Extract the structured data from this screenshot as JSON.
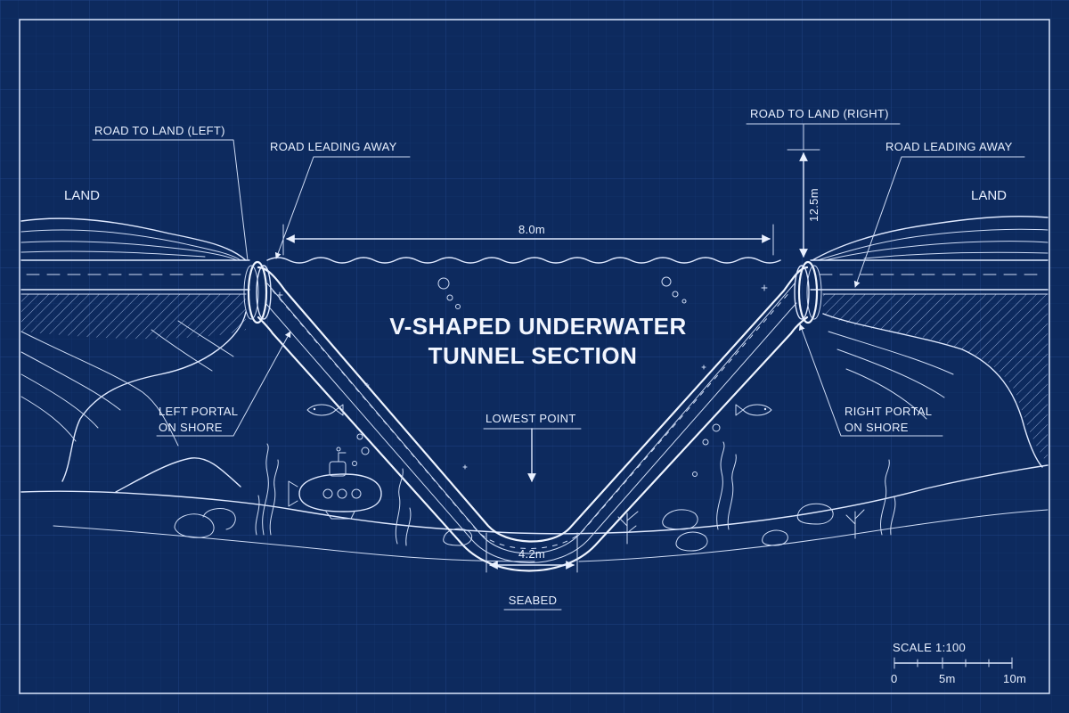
{
  "title": {
    "line1": "V-SHAPED UNDERWATER",
    "line2": "TUNNEL SECTION"
  },
  "labels": {
    "land_left": "LAND",
    "land_right": "LAND",
    "road_to_land_left": "ROAD TO LAND (LEFT)",
    "road_to_land_right": "ROAD TO LAND (RIGHT)",
    "road_leading_away_left": "ROAD LEADING AWAY",
    "road_leading_away_right": "ROAD LEADING AWAY",
    "left_portal_line1": "LEFT PORTAL",
    "left_portal_line2": "ON SHORE",
    "right_portal_line1": "RIGHT PORTAL",
    "right_portal_line2": "ON SHORE",
    "lowest_point": "LOWEST POINT",
    "seabed": "SEABED"
  },
  "dimensions": {
    "span": "8.0m",
    "height": "12.5m",
    "bottom_width": "4.2m"
  },
  "scale": {
    "title": "SCALE 1:100",
    "ticks": [
      "0",
      "5m",
      "10m"
    ]
  },
  "colors": {
    "background": "#0d2a5e",
    "line": "#dfe9ff",
    "grid": "#1d3f7a"
  }
}
